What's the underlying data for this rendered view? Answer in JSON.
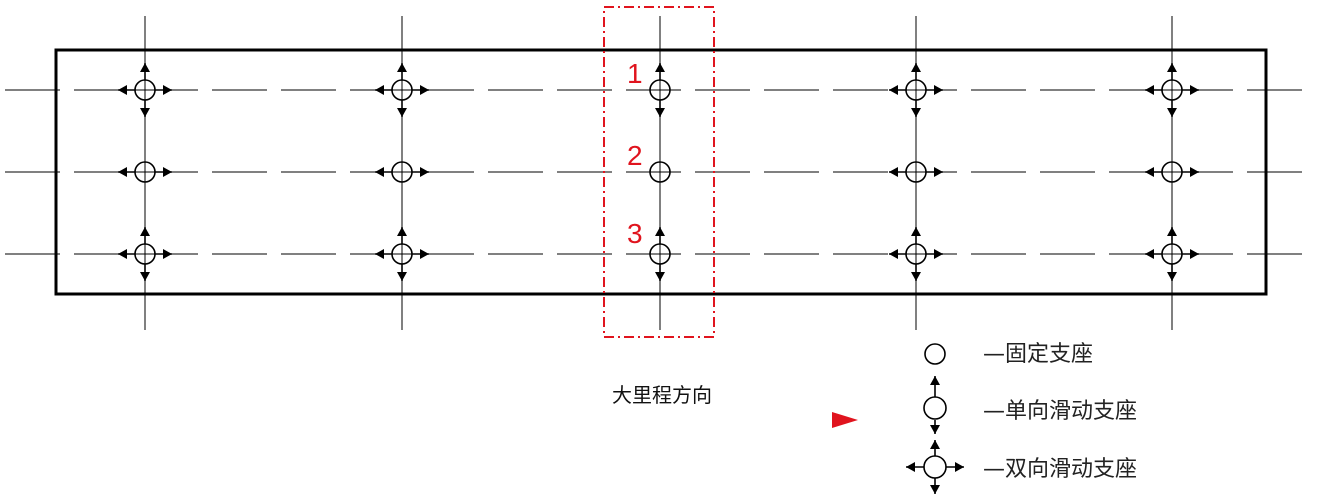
{
  "numbers": [
    "1",
    "2",
    "3"
  ],
  "direction_label": "大里程方向",
  "legend": {
    "fixed": "—固定支座",
    "single": "—单向滑动支座",
    "double": "—双向滑动支座"
  },
  "colors": {
    "line": "#000000",
    "highlight": "#e0141e",
    "arrow": "#e0141e"
  },
  "bearings": [
    [
      "double",
      "double",
      "single",
      "double",
      "double"
    ],
    [
      "single-h",
      "single-h",
      "fixed",
      "single-h",
      "single-h"
    ],
    [
      "double",
      "double",
      "single",
      "double",
      "double"
    ]
  ]
}
